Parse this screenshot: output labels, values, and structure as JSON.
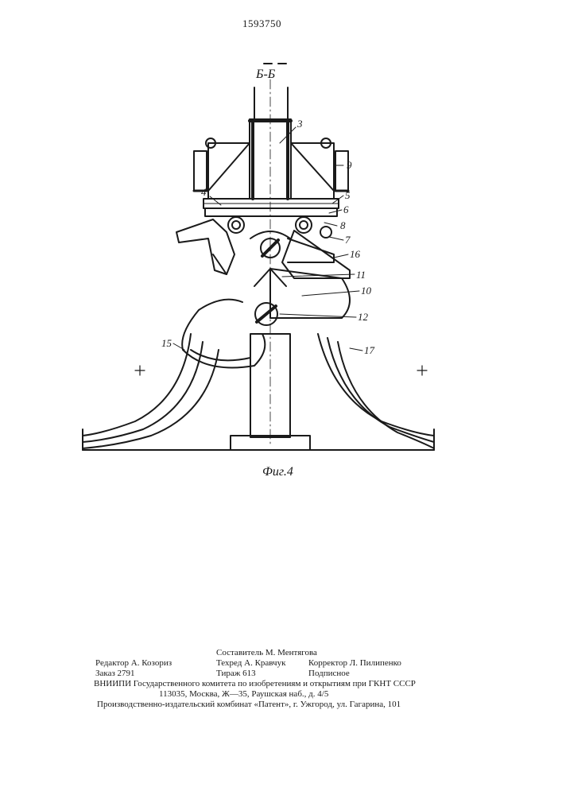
{
  "document": {
    "patent_number": "1593750",
    "section_label": "Б-Б",
    "figure_caption": "Фиг.4"
  },
  "callouts": [
    "3",
    "9",
    "4",
    "5",
    "6",
    "8",
    "7",
    "16",
    "11",
    "10",
    "12",
    "15",
    "17"
  ],
  "imprint": {
    "compiler": "Составитель М. Ментягова",
    "editor": "Редактор А. Козориз",
    "techred": "Техред А. Кравчук",
    "corrector": "Корректор Л. Пилипенко",
    "order": "Заказ 2791",
    "circulation": "Тираж 613",
    "subscription": "Подписное",
    "institute": "ВНИИПИ Государственного комитета по изобретениям и открытиям при ГКНТ СССР",
    "address": "113035, Москва, Ж—35, Раушская наб., д. 4/5",
    "publisher": "Производственно-издательский комбинат «Патент», г. Ужгород, ул. Гагарина, 101"
  }
}
